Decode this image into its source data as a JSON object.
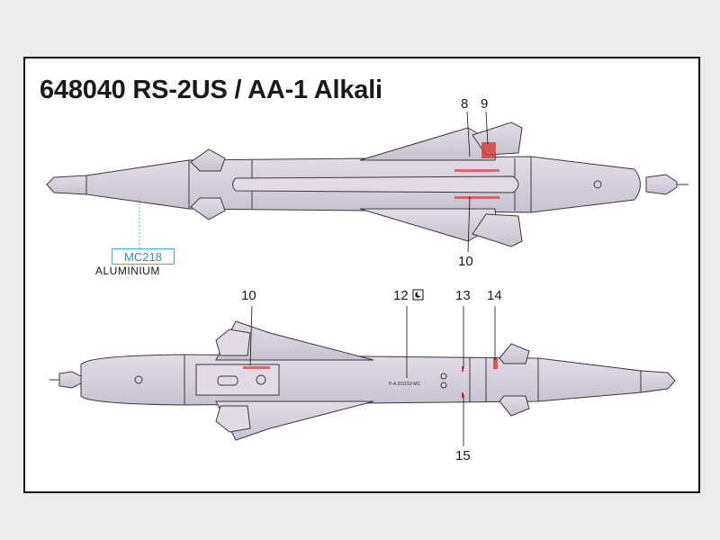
{
  "sheet": {
    "title": "648040 RS-2US / AA-1 Alkali"
  },
  "color_callout": {
    "code": "MC218",
    "name": "ALUMINIUM"
  },
  "callouts_top_view": [
    "8",
    "9",
    "10"
  ],
  "callouts_bottom_view": [
    "10",
    "12",
    "13",
    "14",
    "15"
  ],
  "stencil_text": "P-A 201152-MC",
  "colors": {
    "missile_body": "#d9d2de",
    "missile_shade": "#c7bfcd",
    "outline": "#3a3a3a",
    "red_stencil": "#d33a3a",
    "leader_line": "#4aa9d9",
    "frame": "#111111"
  },
  "icons": {
    "decal_12_marker": "square-with-crescent-icon"
  }
}
